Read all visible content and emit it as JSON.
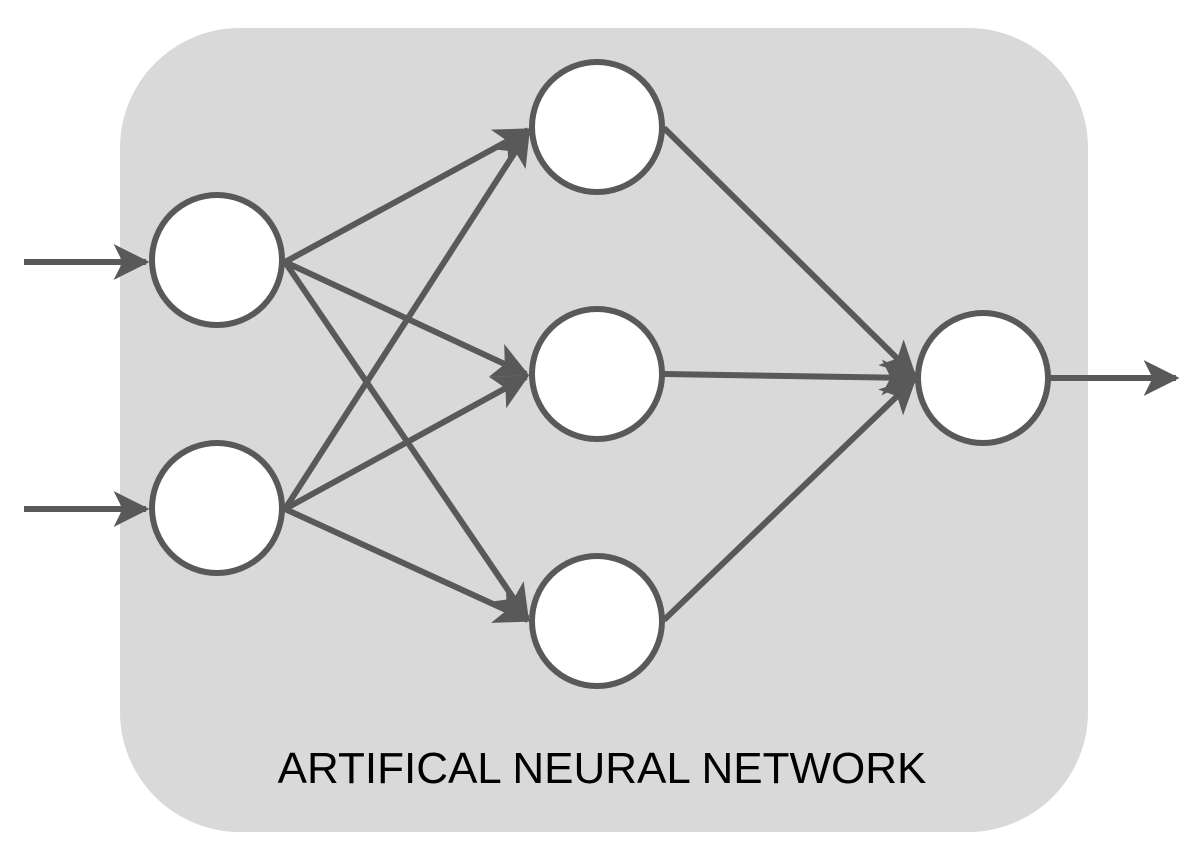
{
  "panel": {
    "title": "ARTIFICAL NEURAL NETWORK"
  },
  "colors": {
    "panel_background": "#d9d9d9",
    "stroke": "#595959",
    "node_fill": "#ffffff",
    "text": "#000000"
  },
  "network": {
    "layers": [
      {
        "name": "input",
        "nodes": [
          "input-node-1",
          "input-node-2"
        ]
      },
      {
        "name": "hidden",
        "nodes": [
          "hidden-node-1",
          "hidden-node-2",
          "hidden-node-3"
        ]
      },
      {
        "name": "output",
        "nodes": [
          "output-node-1"
        ]
      }
    ],
    "connections": "fully connected between consecutive layers",
    "external_inputs": 2,
    "external_outputs": 1
  }
}
